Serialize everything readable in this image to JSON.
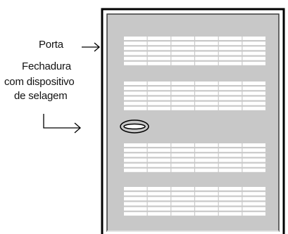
{
  "labels": {
    "door": "Porta",
    "lock_line1": "Fechadura",
    "lock_line2": "com dispositivo",
    "lock_line3": "de selagem"
  },
  "panel": {
    "groups": 4,
    "columns": 6,
    "rows_per_group": 6
  },
  "colors": {
    "panel_fill": "#c8c8c8",
    "panel_border": "#3c3c3c",
    "frame": "#000000",
    "slat": "#ffffff",
    "text": "#111111"
  }
}
